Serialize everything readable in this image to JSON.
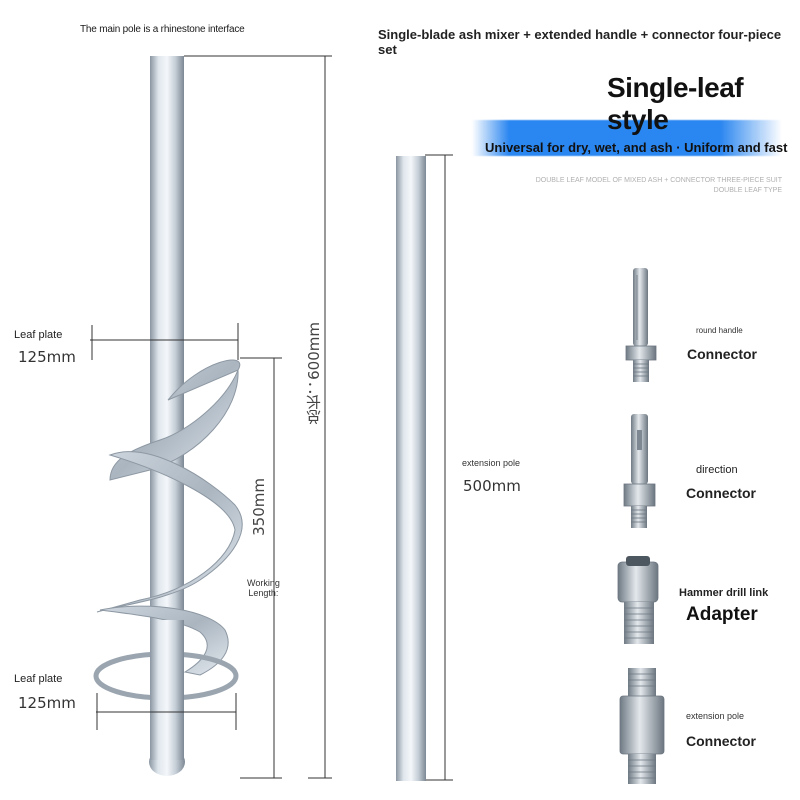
{
  "header": {
    "main_pole_note": "The main pole is a rhinestone interface",
    "set_title": "Single-blade ash mixer + extended handle + connector four-piece set",
    "style_title": "Single-leaf style",
    "slogan": "Universal for dry, wet, and ash · Uniform and fast",
    "faint_line_1": "DOUBLE LEAF MODEL OF MIXED ASH + CONNECTOR THREE-PIECE SUIT",
    "faint_line_2": "DOUBLE LEAF TYPE"
  },
  "dimensions": {
    "leaf_plate_top_label": "Leaf plate",
    "leaf_plate_top_value": "125mm",
    "leaf_plate_bottom_label": "Leaf plate",
    "leaf_plate_bottom_value": "125mm",
    "working_length_value": "350mm",
    "working_length_label_1": "Working",
    "working_length_label_2": "Length:",
    "total_length": "总长：600mm",
    "extension_pole_label": "extension pole",
    "extension_pole_value": "500mm"
  },
  "parts": [
    {
      "small": "round handle",
      "name": "Connector"
    },
    {
      "small": "direction",
      "name": "Connector"
    },
    {
      "small": "Hammer drill link",
      "name": "Adapter"
    },
    {
      "small": "extension pole",
      "name": "Connector"
    }
  ],
  "colors": {
    "banner_blue": "#2a86f0",
    "metal_light": "#e8edf2",
    "metal_mid": "#b9c3cd",
    "metal_dark": "#7f8b96"
  }
}
